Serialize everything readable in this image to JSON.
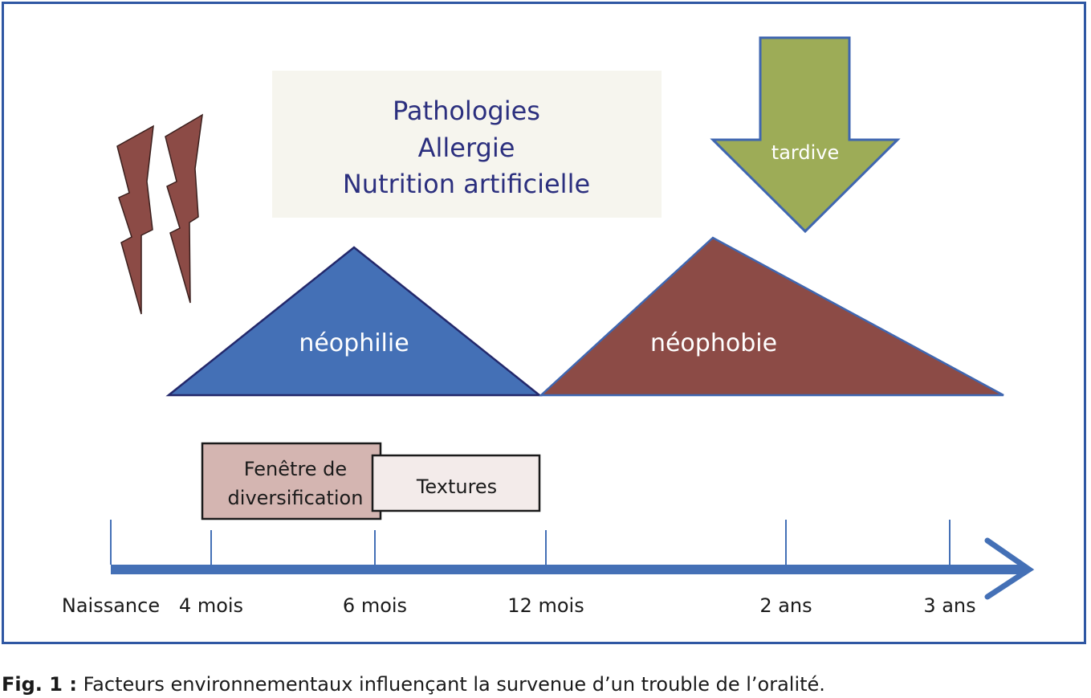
{
  "factors_box": {
    "lines": [
      "Pathologies",
      "Allergie",
      "Nutrition artificielle"
    ]
  },
  "arrow_down": {
    "label": "tardive"
  },
  "triangles": {
    "left": "néophilie",
    "right": "néophobie"
  },
  "boxes": {
    "window_line1": "Fenêtre de",
    "window_line2": "diversification",
    "textures": "Textures"
  },
  "timeline": {
    "labels": [
      "Naissance",
      "4 mois",
      "6 mois",
      "12 mois",
      "2 ans",
      "3 ans"
    ]
  },
  "caption": {
    "prefix": "Fig. 1 :",
    "text": " Facteurs environnementaux influençant la survenue d’un trouble de l’oralité."
  },
  "colors": {
    "border_blue": "#2f57a3",
    "box_text": "#2b2f7e",
    "neophilie": "#4470b6",
    "neophobie": "#8c4b46",
    "arrow_green": "#9dac57",
    "lightning": "#8c4b46",
    "window_fill": "#d4b5b1",
    "textures_fill": "#f3ebea",
    "factors_bg": "#f6f5ee",
    "timeline": "#4470b6"
  }
}
